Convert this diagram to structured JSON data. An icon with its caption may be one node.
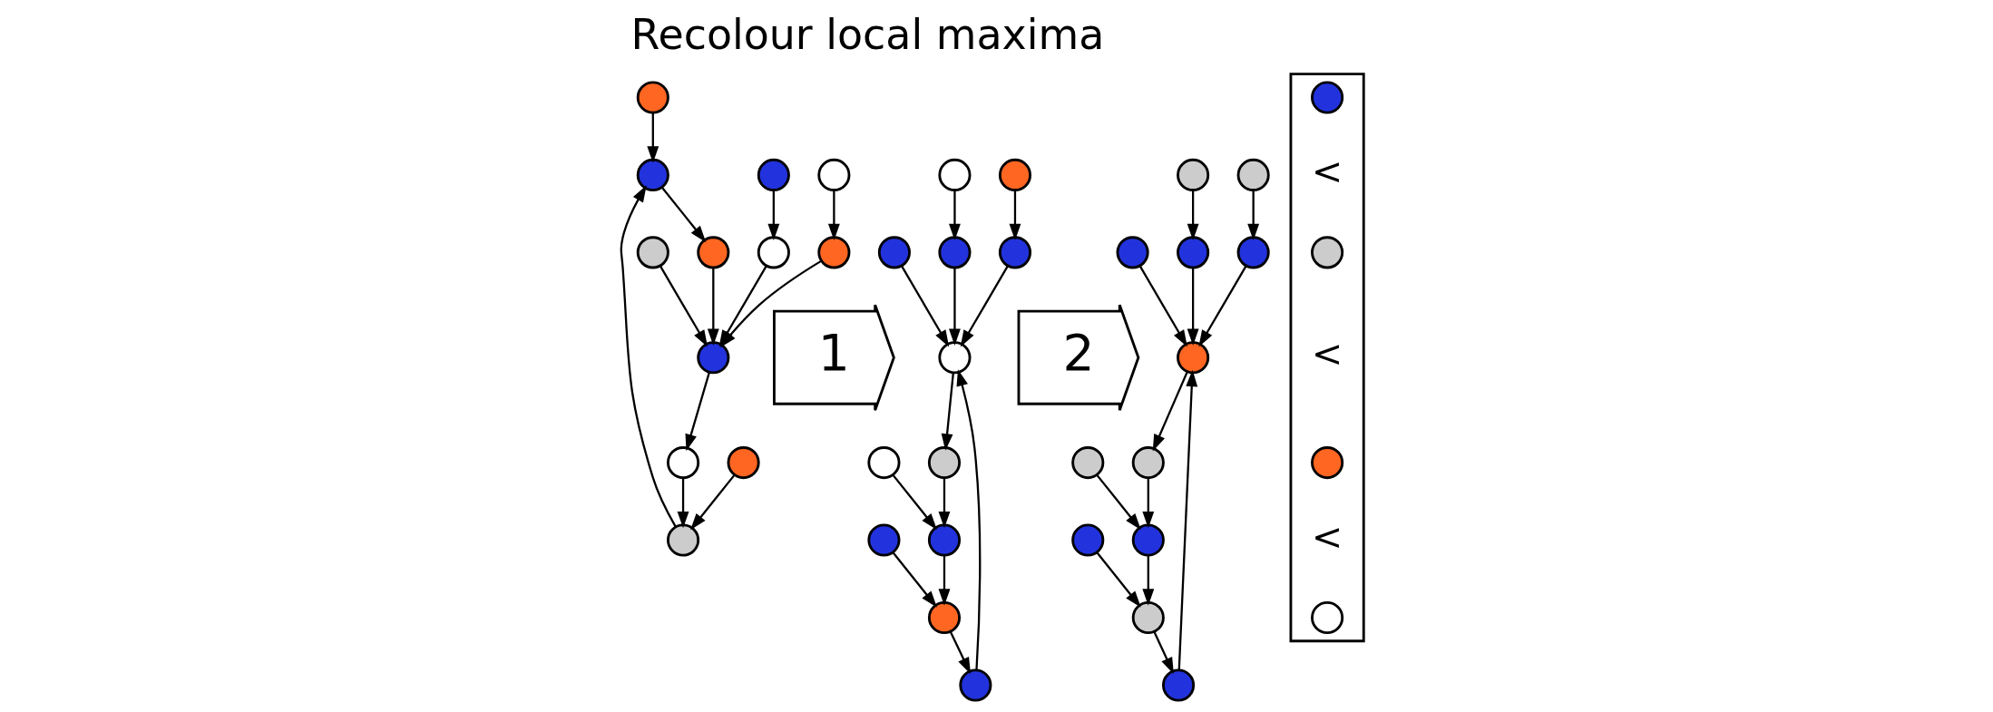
{
  "diagram": {
    "title": "Recolour local maxima",
    "nodes": [
      {
        "text": [],
        "shape": "circle"
      },
      {
        "text": [],
        "shape": "circle"
      },
      {
        "text": [],
        "shape": "circle"
      },
      {
        "text": [],
        "shape": "circle"
      },
      {
        "text": [],
        "shape": "circle"
      },
      {
        "text": [],
        "shape": "circle"
      },
      {
        "text": [],
        "shape": "circle"
      },
      {
        "text": [],
        "shape": "circle"
      },
      {
        "text": [],
        "shape": "circle"
      },
      {
        "text": [],
        "shape": "circle"
      },
      {
        "text": [],
        "shape": "circle"
      },
      {
        "text": [],
        "shape": "circle"
      },
      {
        "text": [
          "1"
        ]
      },
      {
        "text": [],
        "shape": "circle"
      },
      {
        "text": [],
        "shape": "circle"
      },
      {
        "text": [],
        "shape": "circle"
      },
      {
        "text": [],
        "shape": "circle"
      },
      {
        "text": [],
        "shape": "circle"
      },
      {
        "text": [],
        "shape": "circle"
      },
      {
        "text": [],
        "shape": "circle"
      },
      {
        "text": [],
        "shape": "circle"
      },
      {
        "text": [],
        "shape": "circle"
      },
      {
        "text": [],
        "shape": "circle"
      },
      {
        "text": [],
        "shape": "circle"
      },
      {
        "text": [],
        "shape": "circle"
      },
      {
        "text": [
          "2"
        ]
      },
      {
        "text": [],
        "shape": "circle"
      },
      {
        "text": [],
        "shape": "circle"
      },
      {
        "text": [],
        "shape": "circle"
      },
      {
        "text": [],
        "shape": "circle"
      },
      {
        "text": [],
        "shape": "circle"
      },
      {
        "text": [],
        "shape": "circle"
      },
      {
        "text": [],
        "shape": "circle"
      },
      {
        "text": [],
        "shape": "circle"
      },
      {
        "text": [],
        "shape": "circle"
      },
      {
        "text": [],
        "shape": "circle"
      },
      {
        "text": [],
        "shape": "circle"
      },
      {
        "text": [],
        "shape": "circle"
      },
      {
        "text": [],
        "shape": "box"
      },
      {
        "text": [],
        "shape": "circle",
        "in": 38
      },
      {
        "text": [],
        "shape": "circle",
        "in": 38
      },
      {
        "text": [],
        "shape": "circle",
        "in": 38
      },
      {
        "text": [],
        "shape": "circle",
        "in": 38
      }
    ],
    "edges": [
      {
        "from": 0,
        "to": 1,
        "arrow": "to"
      },
      {
        "from": 2,
        "to": 1,
        "arrow": "to"
      },
      {
        "from": 3,
        "to": 2,
        "arrow": "to"
      },
      {
        "from": 4,
        "to": 2,
        "arrow": "to"
      },
      {
        "from": 1,
        "to": 5,
        "arrow": "to"
      },
      {
        "from": 5,
        "to": 6,
        "arrow": "to"
      },
      {
        "from": 6,
        "to": 4,
        "arrow": "to"
      },
      {
        "from": 7,
        "to": 6,
        "arrow": "to"
      },
      {
        "from": 8,
        "to": 6,
        "arrow": "to"
      },
      {
        "from": 9,
        "to": 8,
        "arrow": "to"
      },
      {
        "from": 10,
        "to": 6,
        "arrow": "to"
      },
      {
        "from": 11,
        "to": 10,
        "arrow": "to"
      },
      {
        "from": 13,
        "to": 14,
        "arrow": "to"
      },
      {
        "from": 15,
        "to": 14,
        "arrow": "to"
      },
      {
        "from": 16,
        "to": 15,
        "arrow": "to"
      },
      {
        "from": 17,
        "to": 15,
        "arrow": "to"
      },
      {
        "from": 14,
        "to": 18,
        "arrow": "to"
      },
      {
        "from": 18,
        "to": 19,
        "arrow": "to"
      },
      {
        "from": 19,
        "to": 17,
        "arrow": "to"
      },
      {
        "from": 20,
        "to": 19,
        "arrow": "to"
      },
      {
        "from": 21,
        "to": 19,
        "arrow": "to"
      },
      {
        "from": 22,
        "to": 21,
        "arrow": "to"
      },
      {
        "from": 23,
        "to": 19,
        "arrow": "to"
      },
      {
        "from": 24,
        "to": 23,
        "arrow": "to"
      },
      {
        "from": 26,
        "to": 27,
        "arrow": "to"
      },
      {
        "from": 28,
        "to": 27,
        "arrow": "to"
      },
      {
        "from": 29,
        "to": 28,
        "arrow": "to"
      },
      {
        "from": 30,
        "to": 28,
        "arrow": "to"
      },
      {
        "from": 27,
        "to": 31,
        "arrow": "to"
      },
      {
        "from": 31,
        "to": 32,
        "arrow": "to"
      },
      {
        "from": 32,
        "to": 30,
        "arrow": "to"
      },
      {
        "from": 33,
        "to": 32,
        "arrow": "to"
      },
      {
        "from": 34,
        "to": 32,
        "arrow": "to"
      },
      {
        "from": 35,
        "to": 34,
        "arrow": "to"
      },
      {
        "from": 36,
        "to": 32,
        "arrow": "to"
      },
      {
        "from": 37,
        "to": 36,
        "arrow": "to"
      }
    ],
    "labels": [
      "<",
      "<",
      "<"
    ]
  }
}
